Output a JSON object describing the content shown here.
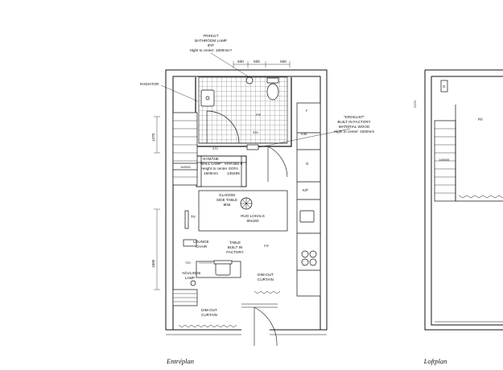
{
  "captions": {
    "entry": "Entréplan",
    "loft": "Loftplan"
  },
  "labels": {
    "frihult": [
      "FRIHULT",
      "BATHROOM LAMP",
      "IP/F",
      "Hight to center: 1800mm?"
    ],
    "radiator": "RADIATOR",
    "kroklist": [
      "\"KROKLIST\"",
      "BUILT IN FACTORY",
      "MATERIAL WOOD",
      "Hight to center: 1500mm"
    ],
    "nymane": [
      "NYMÅNE",
      "WALL LAMP",
      "Height to center",
      "1500mm"
    ],
    "viva": [
      "VIVA BIS II",
      "SOFA",
      "135X95"
    ],
    "gladom": [
      "GLADOM",
      "SIDE TABLE",
      "Ø45"
    ],
    "rug": [
      "RUG LOHALS",
      "80x150"
    ],
    "tv": "TV",
    "lounge": [
      "LOUNGE",
      "CHAIR"
    ],
    "table": [
      "TABLE",
      "BUILT IN",
      "FACTORY"
    ],
    "navlinge": [
      "NÄVLINGE",
      "LAMP"
    ],
    "dimout_right": [
      "DIM-OUT",
      "CURTAIN"
    ],
    "dimout_bottom": [
      "DIM-OUT",
      "CURTAIN"
    ],
    "fridge": "K/F",
    "pf": "P/F",
    "wm": "K/M"
  },
  "tags": {
    "g": "G",
    "f": "F",
    "door_code": "1x9001",
    "loft_code": "1x9005",
    "pi": "P/I",
    "pf": "P/F"
  },
  "dimensions": {
    "top": [
      "600",
      "600",
      "500"
    ],
    "d720": "720",
    "left_upper": "1470",
    "left_lower": "1895",
    "d330": "330",
    "d2170": "2170",
    "d370": "370"
  }
}
